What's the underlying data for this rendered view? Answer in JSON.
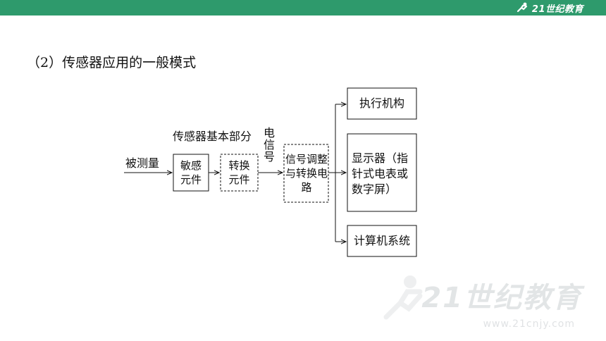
{
  "header": {
    "logo_text": "21世纪教育",
    "accent_color": "#2e9a6c"
  },
  "section_title": "（2）传感器应用的一般模式",
  "diagram": {
    "input_label": "被测量",
    "group_label": "传感器基本部分",
    "signal_label": "电信号",
    "nodes": {
      "sensitive_element": "敏感元件",
      "conversion_element": "转换元件",
      "signal_conditioning": "信号调整与转换电路",
      "actuator": "执行机构",
      "display": "显示器（指针式电表或数字屏）",
      "computer_system": "计算机系统"
    }
  },
  "watermark": {
    "text": "21世纪教育",
    "url": "www.21cnjy.com"
  }
}
